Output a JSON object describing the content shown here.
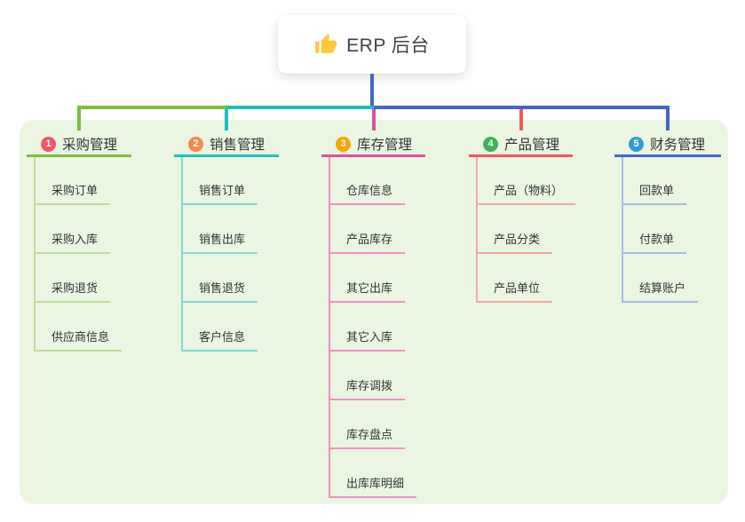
{
  "root": {
    "icon": "thumbs-up",
    "label": "ERP 后台"
  },
  "colors": {
    "panel_bg": "#EAF6E2",
    "text": "#333333",
    "root_text": "#3E434B",
    "root_connector": "#4466C8",
    "emoji_yellow": "#FFC83D"
  },
  "branches": [
    {
      "index": "1",
      "label": "采购管理",
      "line_color": "#7DBD41",
      "child_line_color": "#BCDE96",
      "badge_color": "#F2566A",
      "children": [
        "采购订单",
        "采购入库",
        "采购退货",
        "供应商信息"
      ]
    },
    {
      "index": "2",
      "label": "销售管理",
      "line_color": "#20BFBF",
      "child_line_color": "#84D8D2",
      "badge_color": "#F8884E",
      "children": [
        "销售订单",
        "销售出库",
        "销售退货",
        "客户信息"
      ]
    },
    {
      "index": "3",
      "label": "库存管理",
      "line_color": "#D8539D",
      "child_line_color": "#F090C1",
      "badge_color": "#F7A602",
      "children": [
        "仓库信息",
        "产品库存",
        "其它出库",
        "其它入库",
        "库存调拨",
        "库存盘点",
        "出库库明细"
      ]
    },
    {
      "index": "4",
      "label": "产品管理",
      "line_color": "#F2575C",
      "child_line_color": "#F7A6A4",
      "badge_color": "#3BB356",
      "children": [
        "产品（物料）",
        "产品分类",
        "产品单位"
      ]
    },
    {
      "index": "5",
      "label": "财务管理",
      "line_color": "#4466C8",
      "child_line_color": "#A6BBE8",
      "badge_color": "#2E9FD6",
      "children": [
        "回款单",
        "付款单",
        "结算账户"
      ]
    }
  ]
}
